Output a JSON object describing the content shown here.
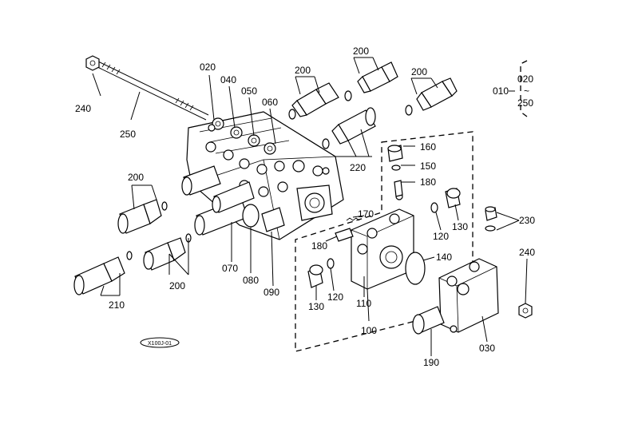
{
  "diagram": {
    "reference_code": "X100J-01",
    "callouts": [
      {
        "id": "c-020",
        "text": "020"
      },
      {
        "id": "c-040",
        "text": "040"
      },
      {
        "id": "c-050",
        "text": "050"
      },
      {
        "id": "c-060",
        "text": "060"
      },
      {
        "id": "c-200a",
        "text": "200"
      },
      {
        "id": "c-200b",
        "text": "200"
      },
      {
        "id": "c-200c",
        "text": "200"
      },
      {
        "id": "c-200d",
        "text": "200"
      },
      {
        "id": "c-200e",
        "text": "200"
      },
      {
        "id": "c-240a",
        "text": "240"
      },
      {
        "id": "c-250",
        "text": "250"
      },
      {
        "id": "c-220",
        "text": "220"
      },
      {
        "id": "c-160",
        "text": "160"
      },
      {
        "id": "c-150",
        "text": "150"
      },
      {
        "id": "c-180a",
        "text": "180"
      },
      {
        "id": "c-180b",
        "text": "180"
      },
      {
        "id": "c-170",
        "text": "170"
      },
      {
        "id": "c-120a",
        "text": "120"
      },
      {
        "id": "c-120b",
        "text": "120"
      },
      {
        "id": "c-130a",
        "text": "130"
      },
      {
        "id": "c-130b",
        "text": "130"
      },
      {
        "id": "c-230",
        "text": "230"
      },
      {
        "id": "c-140",
        "text": "140"
      },
      {
        "id": "c-240b",
        "text": "240"
      },
      {
        "id": "c-070",
        "text": "070"
      },
      {
        "id": "c-080",
        "text": "080"
      },
      {
        "id": "c-090",
        "text": "090"
      },
      {
        "id": "c-210",
        "text": "210"
      },
      {
        "id": "c-110",
        "text": "110"
      },
      {
        "id": "c-100",
        "text": "100"
      },
      {
        "id": "c-190",
        "text": "190"
      },
      {
        "id": "c-030",
        "text": "030"
      }
    ],
    "legend": {
      "parent": "010",
      "range_start": "020",
      "range_mark": "~",
      "range_end": "250"
    }
  }
}
